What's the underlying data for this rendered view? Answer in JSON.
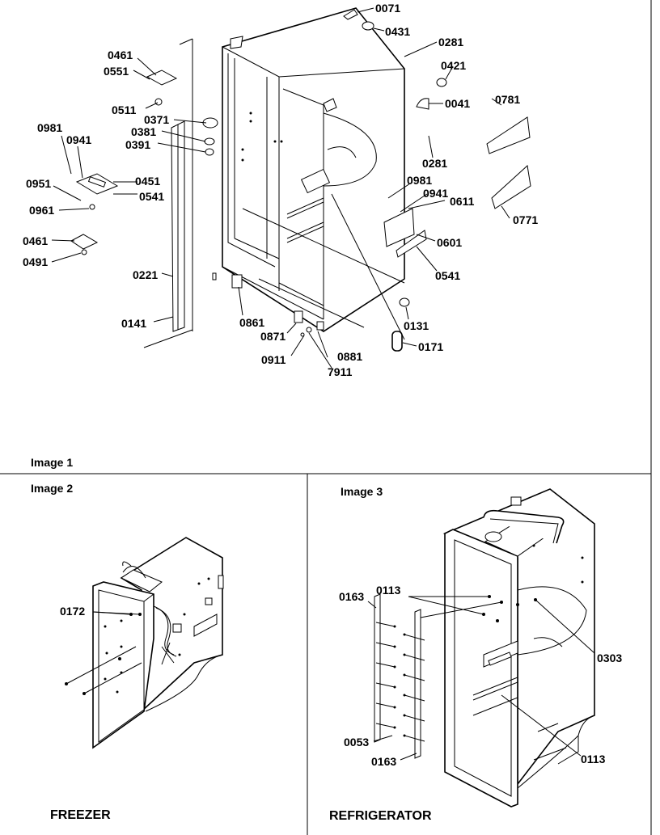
{
  "panels": {
    "image1": {
      "caption": "Image 1",
      "labels": [
        "0071",
        "0431",
        "0281",
        "0421",
        "0041",
        "0781",
        "0281",
        "0771",
        "0981",
        "0941",
        "0611",
        "0601",
        "0541",
        "0461",
        "0551",
        "0511",
        "0371",
        "0381",
        "0391",
        "0981",
        "0941",
        "0951",
        "0451",
        "0541",
        "0961",
        "0461",
        "0491",
        "0221",
        "0141",
        "0861",
        "0871",
        "0911",
        "0881",
        "7911",
        "0131",
        "0171"
      ]
    },
    "image2": {
      "caption": "Image 2",
      "title": "FREEZER",
      "labels": [
        "0172"
      ]
    },
    "image3": {
      "caption": "Image 3",
      "title": "REFRIGERATOR",
      "labels": [
        "0163",
        "0113",
        "0303",
        "0053",
        "0163",
        "0113"
      ]
    }
  }
}
